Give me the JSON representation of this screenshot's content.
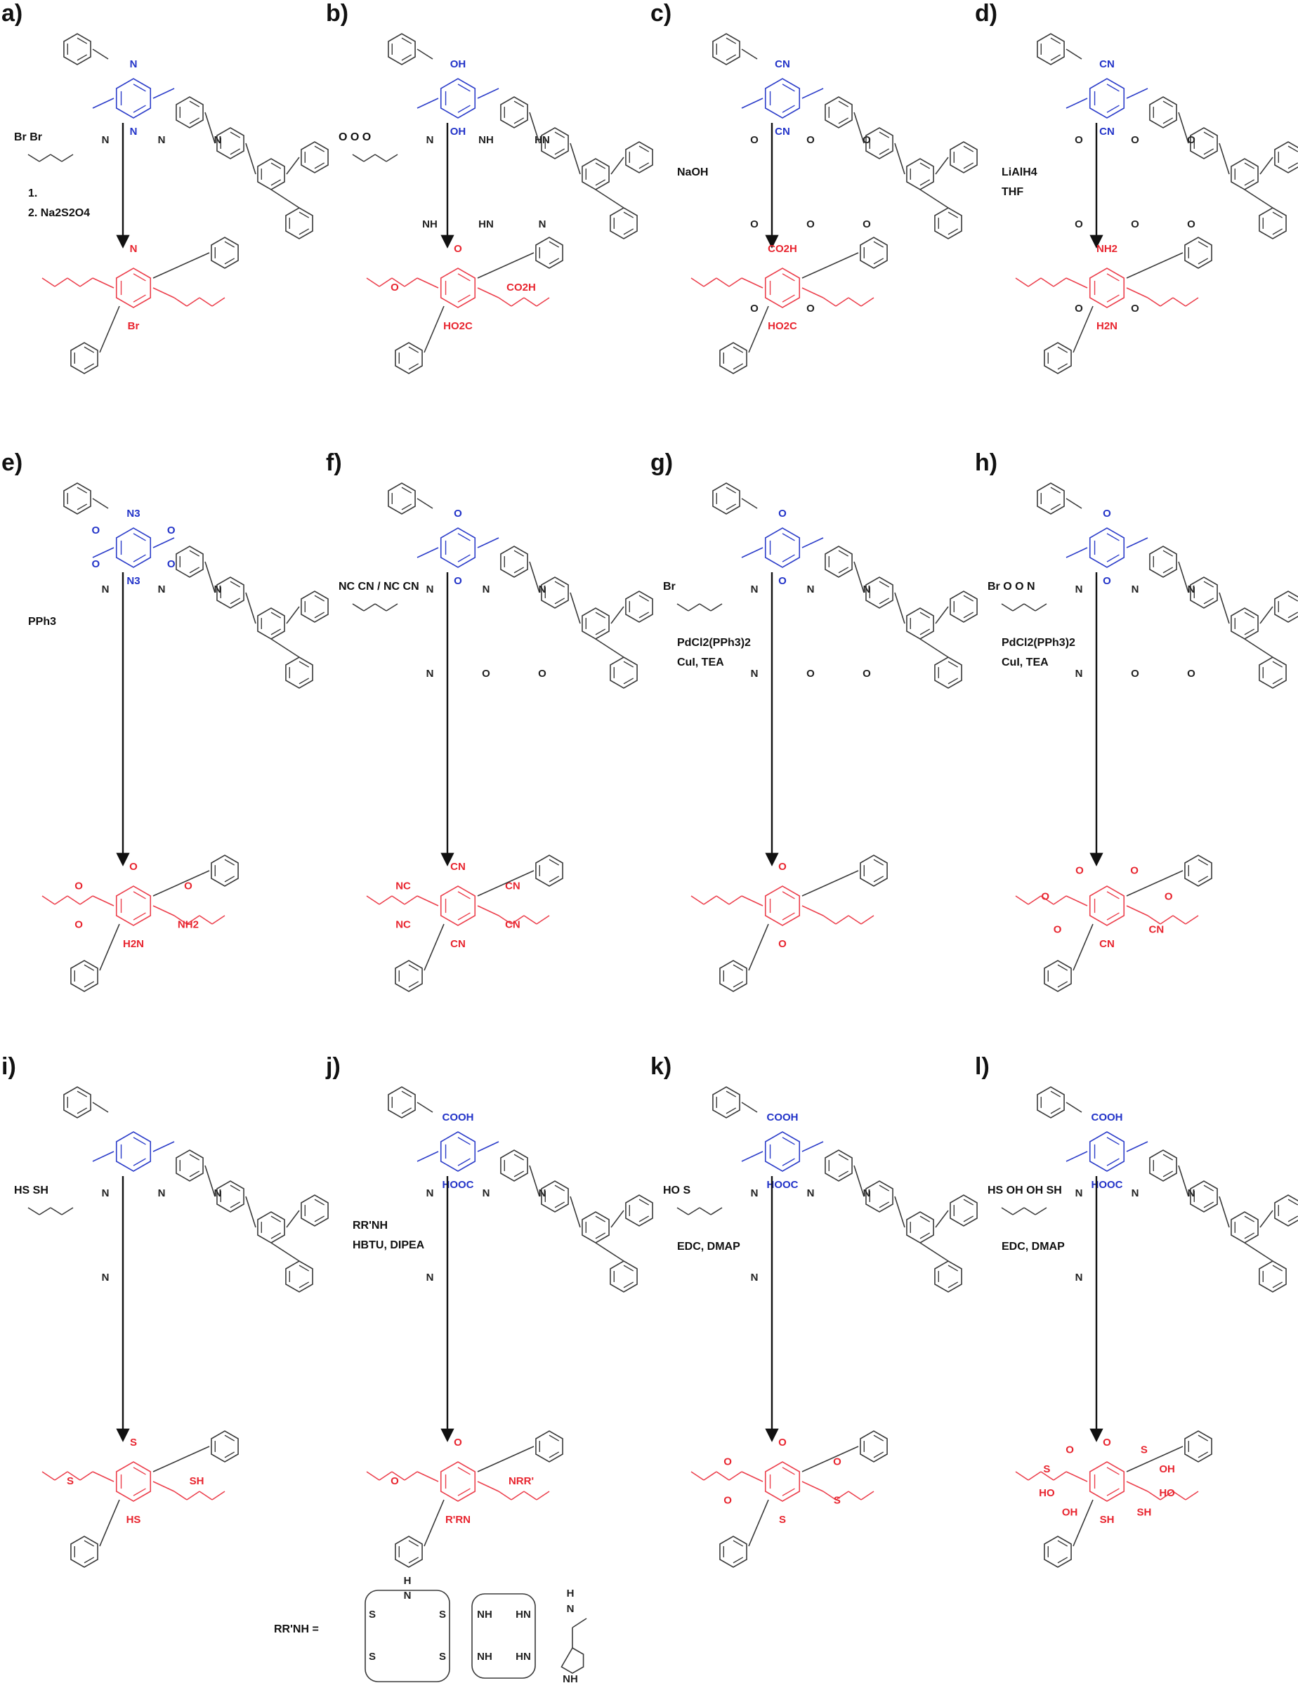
{
  "colors": {
    "framework": "#3a3a3a",
    "before": "#2b3cc9",
    "after": "#ec3f4c",
    "arrow": "#111111"
  },
  "panels": [
    {
      "label": "a)",
      "reagents": [
        "1.",
        "2.  Na2S2O4"
      ],
      "reagent_mol": "Br    Br",
      "blue_labels": [
        "N",
        "N"
      ],
      "red_labels": [
        "Br",
        "N"
      ],
      "dark_labels": [
        "N",
        "N",
        "N"
      ]
    },
    {
      "label": "b)",
      "reagents": [],
      "reagent_mol": "O   O   O",
      "blue_labels": [
        "OH",
        "OH"
      ],
      "red_labels": [
        "HO2C",
        "O",
        "O",
        "CO2H"
      ],
      "dark_labels": [
        "N",
        "NH",
        "HN",
        "NH",
        "HN",
        "N"
      ]
    },
    {
      "label": "c)",
      "reagents": [
        "NaOH"
      ],
      "blue_labels": [
        "CN",
        "CN"
      ],
      "red_labels": [
        "HO2C",
        "CO2H"
      ],
      "dark_labels": [
        "O",
        "O",
        "O",
        "O",
        "O",
        "O",
        "O",
        "O"
      ]
    },
    {
      "label": "d)",
      "reagents": [
        "LiAlH4",
        "THF"
      ],
      "blue_labels": [
        "CN",
        "CN"
      ],
      "red_labels": [
        "H2N",
        "NH2"
      ],
      "dark_labels": [
        "O",
        "O",
        "O",
        "O",
        "O",
        "O",
        "O",
        "O"
      ]
    },
    {
      "label": "e)",
      "reagents": [
        "PPh3"
      ],
      "blue_labels": [
        "N3",
        "O",
        "O",
        "N3",
        "O",
        "O"
      ],
      "red_labels": [
        "H2N",
        "O",
        "O",
        "O",
        "O",
        "NH2"
      ],
      "dark_labels": [
        "N",
        "N",
        "N"
      ]
    },
    {
      "label": "f)",
      "reagents": [],
      "reagent_mol": "NC CN / NC CN",
      "blue_labels": [
        "O",
        "O"
      ],
      "red_labels": [
        "CN",
        "NC",
        "NC",
        "CN",
        "CN",
        "CN"
      ],
      "dark_labels": [
        "N",
        "N",
        "N",
        "N",
        "O",
        "O"
      ]
    },
    {
      "label": "g)",
      "reagents": [
        "PdCl2(PPh3)2",
        "CuI, TEA"
      ],
      "reagent_mol": "Br",
      "blue_labels": [
        "O",
        "O"
      ],
      "red_labels": [
        "O",
        "O"
      ],
      "dark_labels": [
        "N",
        "N",
        "N",
        "N",
        "O",
        "O"
      ]
    },
    {
      "label": "h)",
      "reagents": [
        "PdCl2(PPh3)2",
        "CuI, TEA"
      ],
      "reagent_mol": "Br  O  O  N",
      "blue_labels": [
        "O",
        "O"
      ],
      "red_labels": [
        "CN",
        "O",
        "O",
        "O",
        "O",
        "O",
        "CN"
      ],
      "dark_labels": [
        "N",
        "N",
        "N",
        "N",
        "O",
        "O"
      ]
    },
    {
      "label": "i)",
      "reagents": [],
      "reagent_mol": "HS    SH",
      "blue_labels": [],
      "red_labels": [
        "HS",
        "S",
        "S",
        "SH"
      ],
      "dark_labels": [
        "N",
        "N",
        "N",
        "N"
      ]
    },
    {
      "label": "j)",
      "reagents": [
        "RR'NH",
        "HBTU, DIPEA"
      ],
      "blue_labels": [
        "COOH",
        "HOOC"
      ],
      "red_labels": [
        "R'RN",
        "O",
        "O",
        "NRR'"
      ],
      "dark_labels": [
        "N",
        "N",
        "N",
        "N"
      ]
    },
    {
      "label": "k)",
      "reagents": [
        "EDC, DMAP"
      ],
      "reagent_mol": "HO    S",
      "blue_labels": [
        "COOH",
        "HOOC"
      ],
      "red_labels": [
        "S",
        "O",
        "O",
        "O",
        "O",
        "S"
      ],
      "dark_labels": [
        "N",
        "N",
        "N",
        "N"
      ]
    },
    {
      "label": "l)",
      "reagents": [
        "EDC, DMAP"
      ],
      "reagent_mol": "HS  OH  OH  SH",
      "blue_labels": [
        "COOH",
        "HOOC"
      ],
      "red_labels": [
        "SH",
        "OH",
        "HO",
        "S",
        "O",
        "O",
        "S",
        "OH",
        "HO",
        "SH"
      ],
      "dark_labels": [
        "N",
        "N",
        "N",
        "N"
      ]
    }
  ],
  "footer": {
    "label": "RR'NH =",
    "macrocycle_labels": [
      "H",
      "N",
      "S",
      "S",
      "S",
      "S",
      "NH",
      "HN",
      "NH",
      "HN",
      "H",
      "N",
      "NH"
    ]
  }
}
